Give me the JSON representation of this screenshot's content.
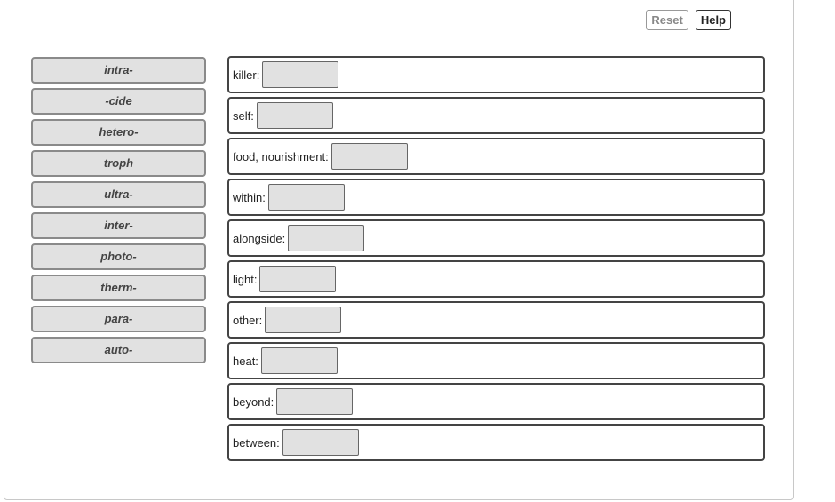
{
  "toolbar": {
    "reset_label": "Reset",
    "help_label": "Help"
  },
  "tiles": [
    {
      "label": "intra-"
    },
    {
      "label": "-cide"
    },
    {
      "label": "hetero-"
    },
    {
      "label": "troph"
    },
    {
      "label": "ultra-"
    },
    {
      "label": "inter-"
    },
    {
      "label": "photo-"
    },
    {
      "label": "therm-"
    },
    {
      "label": "para-"
    },
    {
      "label": "auto-"
    }
  ],
  "targets": [
    {
      "label": "killer:"
    },
    {
      "label": "self:"
    },
    {
      "label": "food, nourishment:"
    },
    {
      "label": "within:"
    },
    {
      "label": "alongside:"
    },
    {
      "label": "light:"
    },
    {
      "label": "other:"
    },
    {
      "label": "heat:"
    },
    {
      "label": "beyond:"
    },
    {
      "label": "between:"
    }
  ]
}
